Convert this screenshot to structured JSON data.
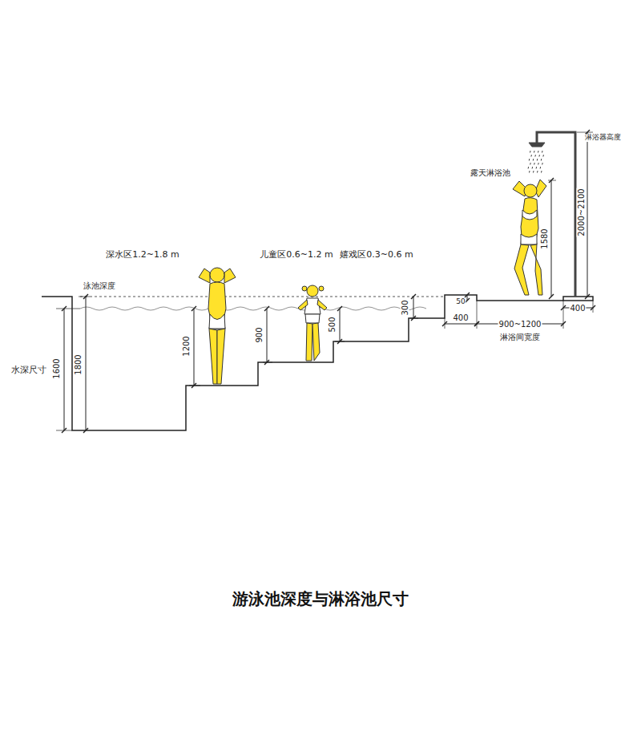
{
  "diagram": {
    "title": "游泳池深度与淋浴池尺寸",
    "labels": [
      "深水区1.2~1.8 m",
      "儿童区0.6~1.2 m",
      "嬉戏区0.3~0.6 m",
      "泳池深度",
      "水深尺寸",
      "1600",
      "1800",
      "1200",
      "900",
      "500",
      "300",
      "50",
      "400",
      "900~1200",
      "淋浴间宽度",
      "400",
      "1580",
      "2000~2100",
      "淋浴器高度",
      "露天淋浴池"
    ]
  }
}
